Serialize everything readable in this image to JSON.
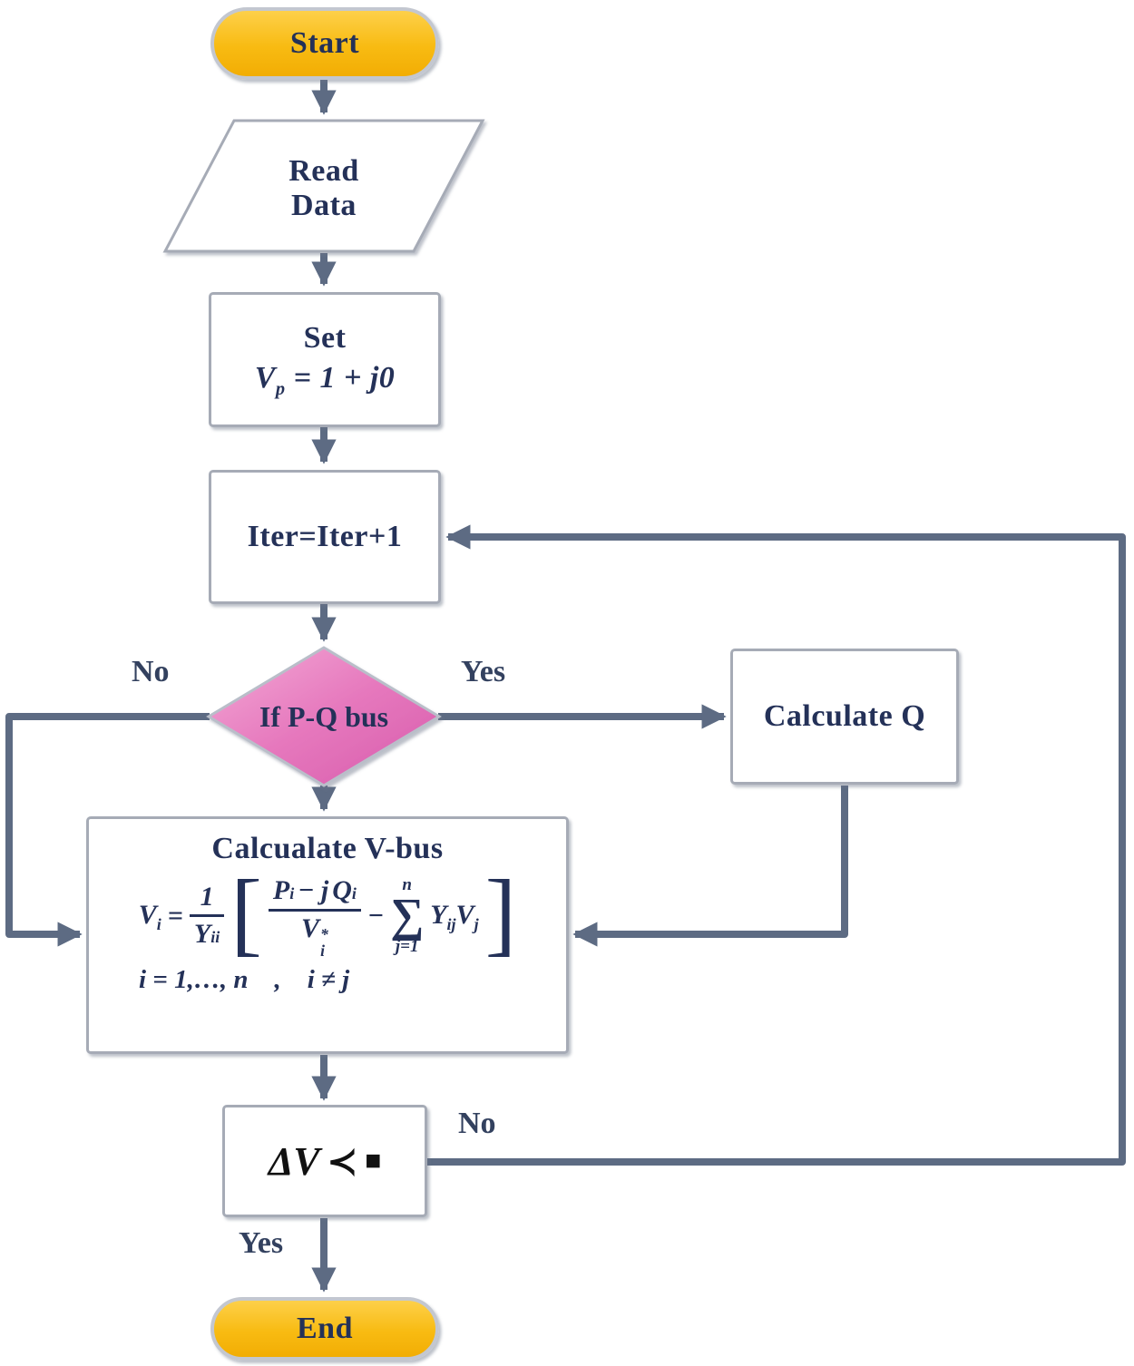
{
  "colors": {
    "arrow": "#5d6b83",
    "node_border": "#a6abb6",
    "terminal_fill": "#f8bb12",
    "decision_fill": "#e678bd",
    "text": "#243158"
  },
  "nodes": {
    "start": {
      "label": "Start"
    },
    "read_data": {
      "line1": "Read",
      "line2": "Data"
    },
    "set_v": {
      "title": "Set",
      "var_base": "V",
      "var_sub": "p",
      "expr": "= 1 + j0"
    },
    "iter": {
      "label": "Iter=Iter+1"
    },
    "decision_pq": {
      "label": "If P-Q bus"
    },
    "calc_q": {
      "label": "Calculate Q"
    },
    "calc_vbus": {
      "title": "Calcualate V-bus",
      "formula": {
        "lhs_base": "V",
        "lhs_sub": "i",
        "eq": "=",
        "coef_num": "1",
        "coef_den_base": "Y",
        "coef_den_sub": "ii",
        "open_bracket": "[",
        "num_p_base": "P",
        "num_p_sub": "i",
        "num_minus": "− j",
        "num_q_base": "Q",
        "num_q_sub": "i",
        "den_base": "V",
        "den_sup": "*",
        "den_sub": "i",
        "minus": "−",
        "sum_upper": "n",
        "sum_symbol": "∑",
        "sum_lower": "j=1",
        "term1_base": "Y",
        "term1_sub": "ij",
        "term2_base": "V",
        "term2_sub": "j",
        "close_bracket": "]"
      },
      "condition": "i = 1,…, n    ,    i ≠ j"
    },
    "delta_check": {
      "delta_v": "ΔV",
      "prec": "≺",
      "epsilon": "■"
    },
    "end": {
      "label": "End"
    }
  },
  "edge_labels": {
    "pq_no": "No",
    "pq_yes": "Yes",
    "delta_no": "No",
    "delta_yes": "Yes"
  }
}
